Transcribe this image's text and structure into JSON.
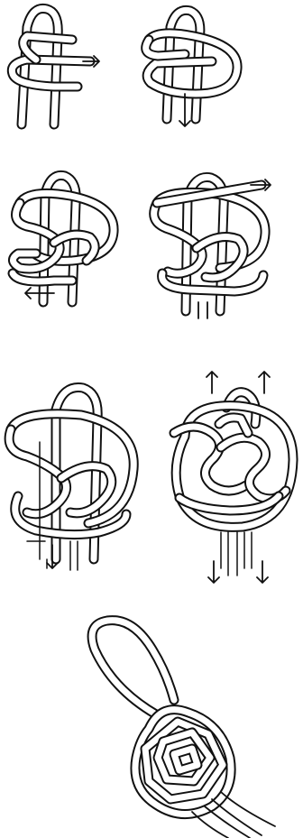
{
  "diagram": {
    "steps": [
      {
        "id": 1
      },
      {
        "id": 2
      },
      {
        "id": 3
      },
      {
        "id": 4
      },
      {
        "id": 5
      },
      {
        "id": 6
      },
      {
        "id": 7
      }
    ],
    "colors": {
      "ink": "#111111",
      "paper": "#ffffff"
    }
  }
}
